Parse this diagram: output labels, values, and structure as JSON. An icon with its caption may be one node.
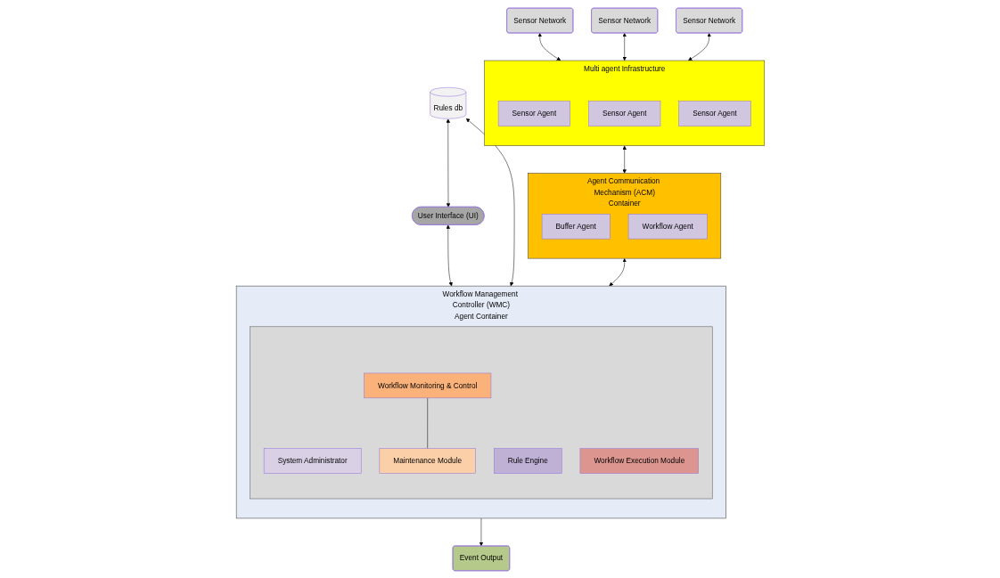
{
  "diagram": {
    "nodes": [
      {
        "text": [
          "User Interface (UI)"
        ]
      },
      {
        "text": [
          "Rules db"
        ]
      },
      {
        "text": [
          "Workflow Management Controller (WMC)",
          "Agent Container"
        ]
      },
      {
        "text": [],
        "shape": "box",
        "in": 2
      },
      {
        "text": [
          "System Administrator"
        ],
        "in": 3
      },
      {
        "text": [
          "Rule Engine"
        ],
        "in": 3
      },
      {
        "text": [
          "Workflow Monitoring & Control"
        ],
        "in": 3
      },
      {
        "text": [
          "Maintenance Module"
        ],
        "in": 3
      },
      {
        "text": [
          "Workflow Execution Module"
        ],
        "in": 3
      },
      {
        "text": [
          "Event Output"
        ]
      },
      {
        "text": [
          "Sensor Network"
        ]
      },
      {
        "text": [
          "Multi agent Infrastructure"
        ]
      },
      {
        "text": [
          "Sensor Agent"
        ],
        "in": 11
      },
      {
        "text": [
          "Sensor Agent"
        ],
        "in": 11
      },
      {
        "text": [
          "Sensor Agent"
        ],
        "in": 11
      },
      {
        "text": [
          "Agent Communication Mechanism (ACM)",
          "Container"
        ]
      },
      {
        "text": [
          "Buffer Agent"
        ],
        "in": 15
      },
      {
        "text": [
          "Workflow Agent"
        ],
        "in": 15
      },
      {
        "text": [
          "Sensor Network"
        ]
      },
      {
        "text": [
          "Sensor Network"
        ]
      }
    ],
    "edges": [
      {
        "from": 1,
        "to": 0,
        "arrow": "both"
      },
      {
        "from": 0,
        "to": 2,
        "arrow": "both"
      },
      {
        "from": 1,
        "to": 2,
        "arrow": "both"
      },
      {
        "from": 2,
        "to": 9,
        "arrow": "to"
      },
      {
        "from": 6,
        "to": 7,
        "arrow": "none"
      },
      {
        "from": 10,
        "to": 11,
        "arrow": "both"
      },
      {
        "from": 18,
        "to": 11,
        "arrow": "both"
      },
      {
        "from": 19,
        "to": 11,
        "arrow": "both"
      },
      {
        "from": 11,
        "to": 15,
        "arrow": "both"
      },
      {
        "from": 15,
        "to": 2,
        "arrow": "both"
      }
    ]
  }
}
